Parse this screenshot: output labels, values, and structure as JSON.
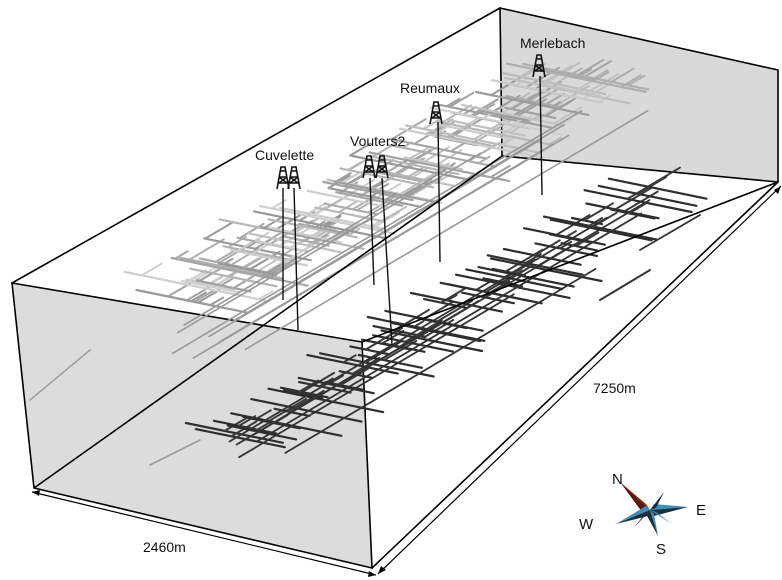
{
  "shafts": [
    {
      "id": "cuvelette",
      "label": "Cuvelette"
    },
    {
      "id": "vouters2",
      "label": "Vouters2"
    },
    {
      "id": "reumaux",
      "label": "Reumaux"
    },
    {
      "id": "merlebach",
      "label": "Merlebach"
    }
  ],
  "dimensions": {
    "width": "2460m",
    "length": "7250m"
  },
  "compass": {
    "north": "N",
    "east": "E",
    "south": "S",
    "west": "W"
  },
  "colors": {
    "box_face": "#d9d9d9",
    "box_edge": "#000000",
    "gallery_dark": "#333333",
    "gallery_light": "#a8a8a8",
    "compass_blue": "#3d8fb5",
    "compass_dark": "#1c2f3c",
    "compass_red": "#8a2a12"
  }
}
